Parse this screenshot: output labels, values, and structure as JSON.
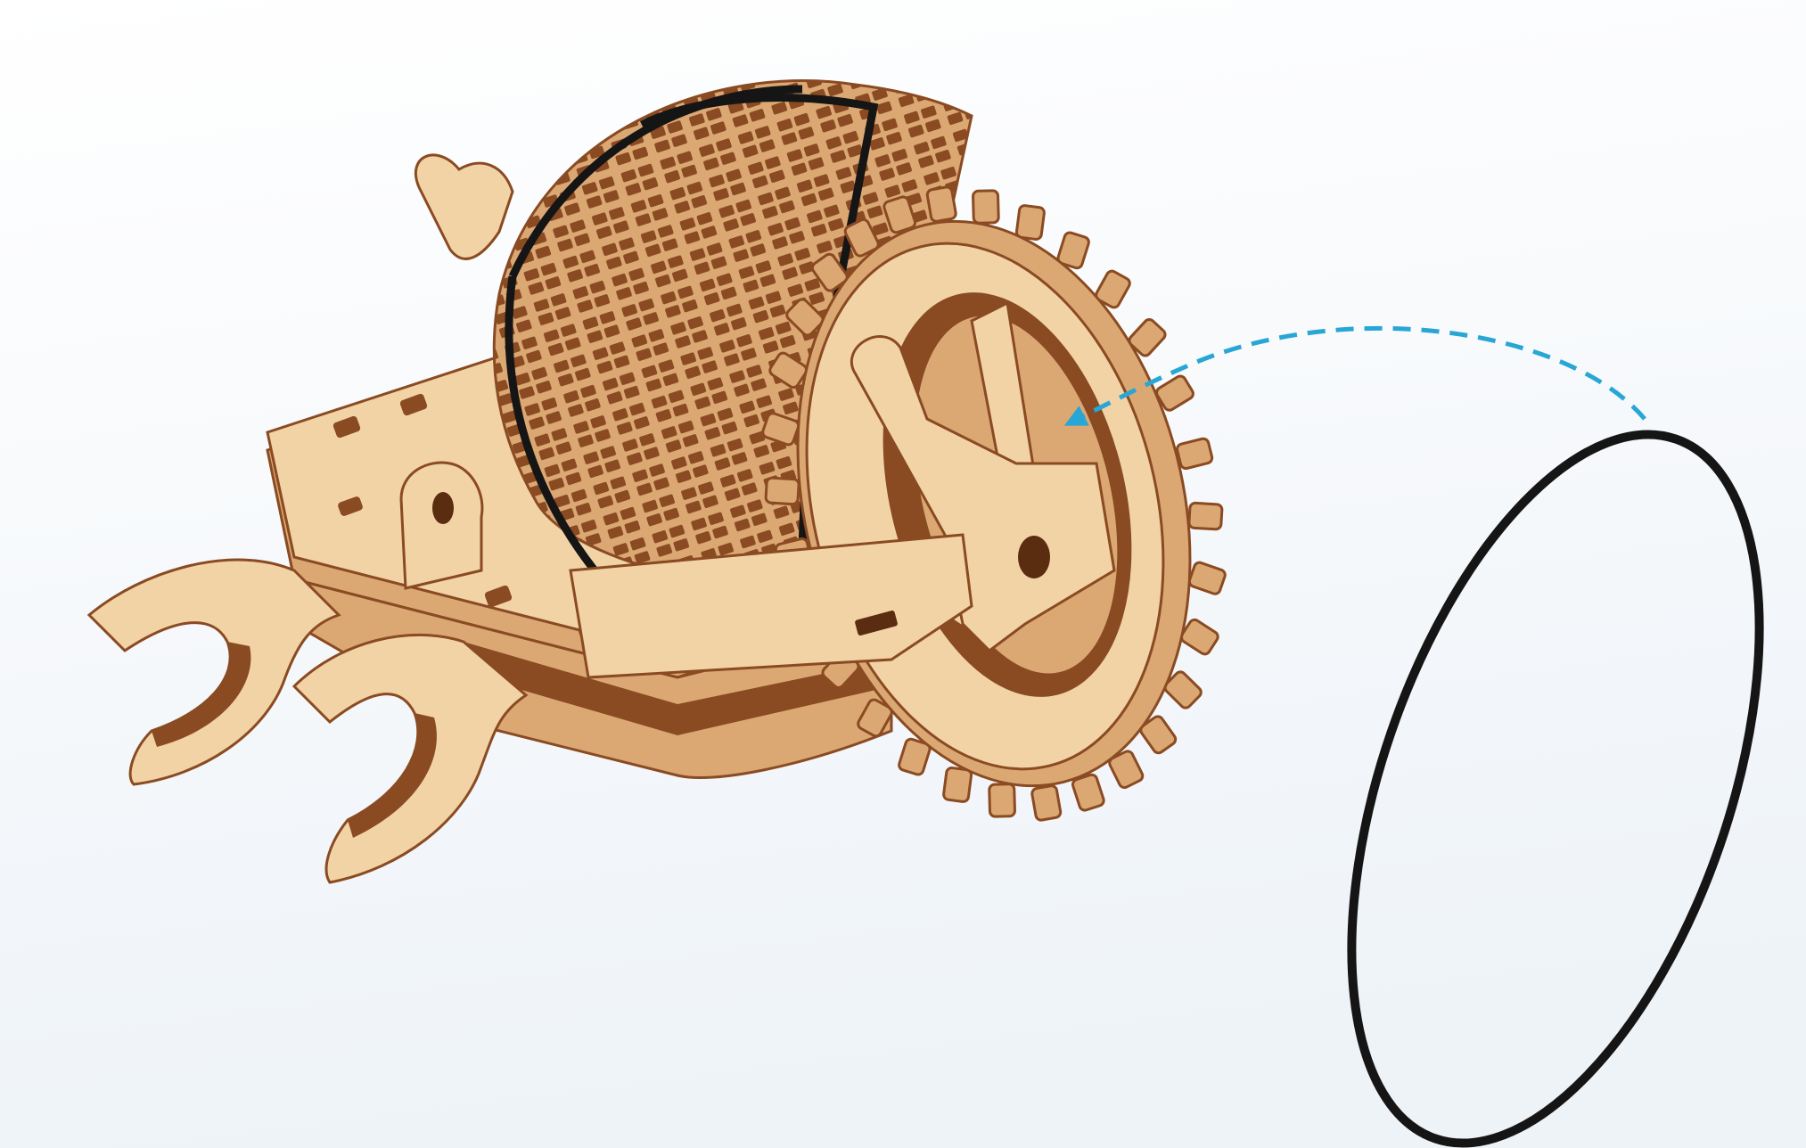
{
  "diagram": {
    "kind": "assembly-instruction-step",
    "parts": [
      {
        "id": "wooden-snail-model",
        "icon": "wooden-mechanism",
        "label": ""
      },
      {
        "id": "rubber-band",
        "icon": "black-o-ring",
        "label": ""
      }
    ],
    "action": {
      "from": "rubber-band",
      "to": "wooden-snail-model",
      "style": "dashed-arrow"
    }
  },
  "colors": {
    "background_top": "#ffffff",
    "background_bottom": "#eef3f8",
    "wood_light": "#f2d3a6",
    "wood_mid": "#dba873",
    "wood_dark": "#8a4a22",
    "wood_burnt": "#5a2c10",
    "rubber_band": "#151515",
    "arrow": "#28a6d6"
  }
}
